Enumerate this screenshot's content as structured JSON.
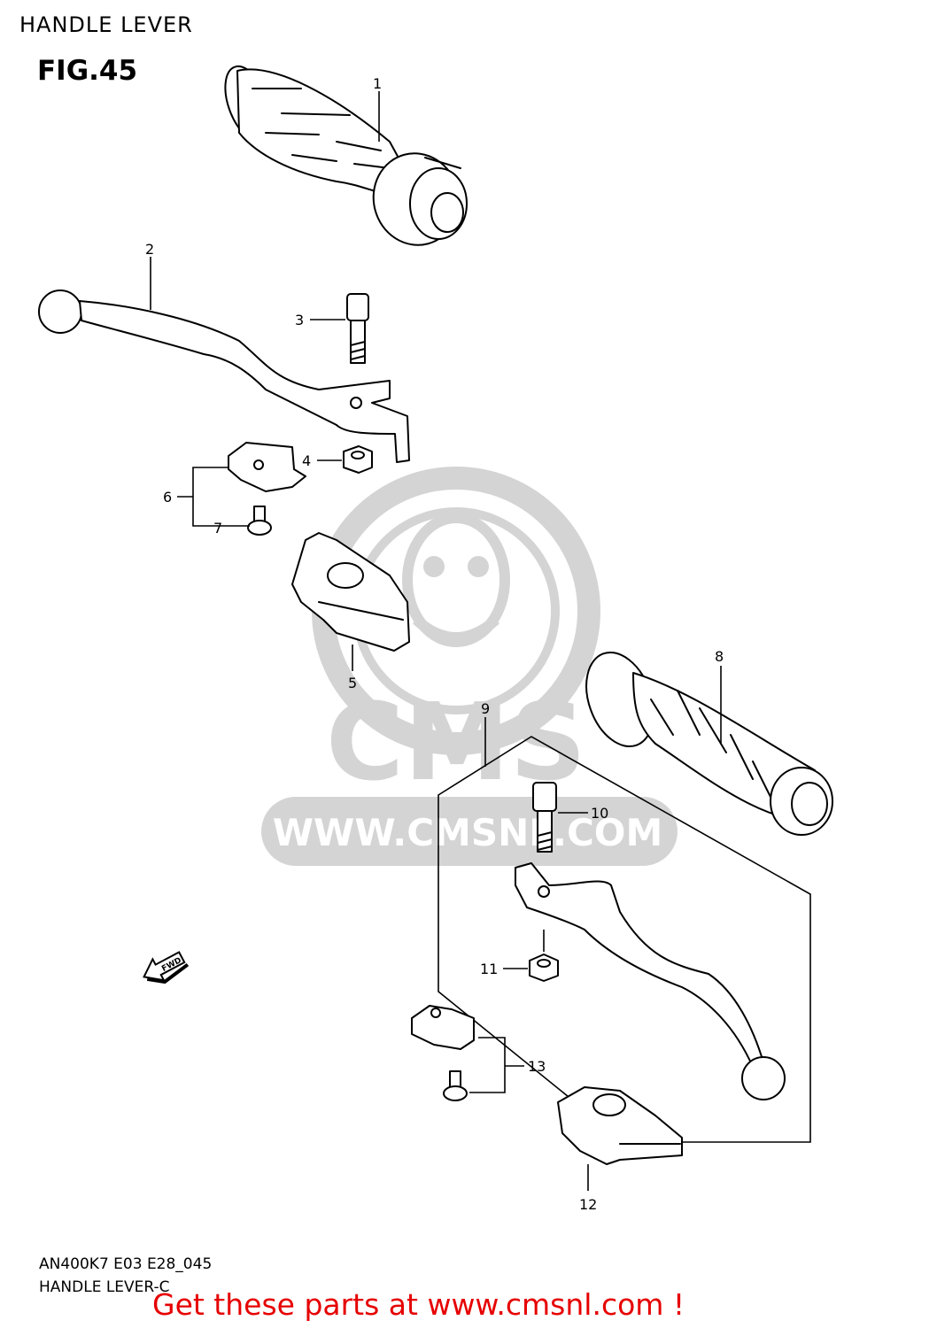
{
  "header": {
    "title": "HANDLE LEVER"
  },
  "figure": {
    "label": "FIG.45"
  },
  "parts": [
    {
      "num": "1"
    },
    {
      "num": "2"
    },
    {
      "num": "3"
    },
    {
      "num": "4"
    },
    {
      "num": "5"
    },
    {
      "num": "6"
    },
    {
      "num": "7"
    },
    {
      "num": "8"
    },
    {
      "num": "9"
    },
    {
      "num": "10"
    },
    {
      "num": "11"
    },
    {
      "num": "12"
    },
    {
      "num": "13"
    }
  ],
  "fwd_arrow": {
    "label": "FWD"
  },
  "watermark": {
    "text": "WWW.CMSNL.COM",
    "logo": "CMS"
  },
  "footer": {
    "code": "AN400K7 E03 E28_045",
    "name": "HANDLE LEVER-C",
    "cta": "Get these parts at www.cmsnl.com !",
    "cta_color": "#e60000"
  }
}
